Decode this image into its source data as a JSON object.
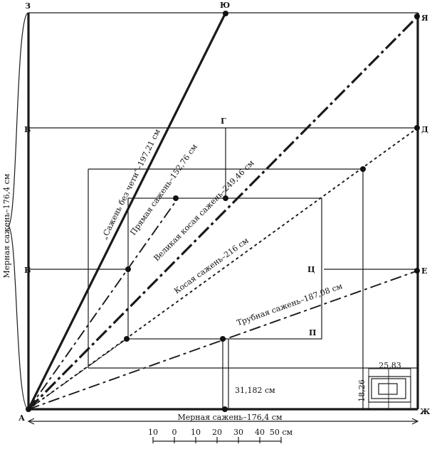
{
  "points": {
    "a": "А",
    "b": "Б",
    "v": "В",
    "g": "Г",
    "d": "Д",
    "e": "Е",
    "zh": "Ж",
    "z": "З",
    "p": "П",
    "ts": "Ц",
    "yu": "Ю",
    "ya": "Я"
  },
  "measures": {
    "merna_vertical": "Мерная сажень–176,4 см",
    "merna_horizontal": "Мерная сажень–176,4 см",
    "bez_cheti": "„Сажень без чети“–197,21 см",
    "pryamaya": "Прямая сажень–152,76 см",
    "velikaya": "Великая косая сажень–249,46 см",
    "kosaya": "Косая сажень–216 см",
    "trubnaya": "Трубная сажень–187,08 см",
    "small_offset": "31,182 см"
  },
  "inset": {
    "width_label": "25,83",
    "height_label": "18,26"
  },
  "scale": {
    "labels": [
      "10",
      "0",
      "10",
      "20",
      "30",
      "40",
      "50 см"
    ]
  }
}
